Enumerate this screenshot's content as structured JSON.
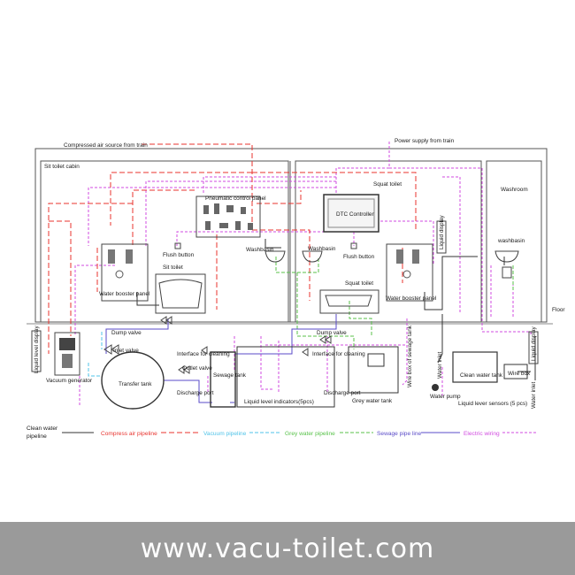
{
  "labels": {
    "compressed_air_source": "Compressed air source from train",
    "power_supply": "Power supply from train",
    "sit_toilet_cabin": "Sit toilet cabin",
    "squat_toilet": "Squat toilet",
    "washroom": "Washroom",
    "pneumatic_control_panel": "Pneumatic control panel",
    "dtc_controller": "DTC Controller",
    "flush_button_1": "Flush button",
    "flush_button_2": "Flush button",
    "washbasin_1": "Washbasin",
    "washbasin_2": "Washbasin",
    "washbasin_3": "washbasin",
    "liquid_display_1": "Liquid display",
    "liquid_display_2": "Liquid display",
    "liquid_level_display": "Liquid level display",
    "water_booster_panel_1": "Water booster panel",
    "water_booster_panel_2": "Water booster panel",
    "sit_toilet": "Sit toilet",
    "squat_toilet_2": "Squat toilet",
    "floor": "Floor",
    "dump_valve_1": "Dump valve",
    "dump_valve_2": "Dump valve",
    "inlet_valve": "Inlet valve",
    "outlet_valve": "Outlet valve",
    "vacuum_generator": "Vacuum generator",
    "transfer_tank": "Transfer tank",
    "discharge_port_1": "Discharge port",
    "discharge_port_2": "Discharge port",
    "sewage_tank": "Sewage tank",
    "interface_cleaning_1": "Interface for cleaning",
    "interface_cleaning_2": "Interface for cleaning",
    "liquid_level_indicators": "Liquid level indicators(5pcs)",
    "grey_water_tank": "Grey water tank",
    "wire_box_sewage": "Wire box of sewage tank",
    "water_inlet_1": "Water inlet",
    "water_inlet_2": "Water inlet",
    "clean_water_tank": "Clean water tank",
    "wire_box": "Wire box",
    "water_pump": "Water pump",
    "liquid_level_sensors": "Liquid lever sensors (5 pcs)"
  },
  "legend": {
    "clean_water": "Clean water pipeline",
    "compress_air": "Compress air pipeline",
    "vacuum": "Vacuum pipeline",
    "grey_water": "Grey water pipeline",
    "sewage": "Sewage pipe line",
    "electric": "Electric wiring"
  },
  "colors": {
    "clean_water": "#333333",
    "compress_air": "#e8332e",
    "vacuum": "#4fc3e8",
    "grey_water": "#58c24a",
    "sewage": "#5a4bc8",
    "electric": "#d14be0"
  },
  "footer": {
    "url": "www.vacu-toilet.com"
  }
}
